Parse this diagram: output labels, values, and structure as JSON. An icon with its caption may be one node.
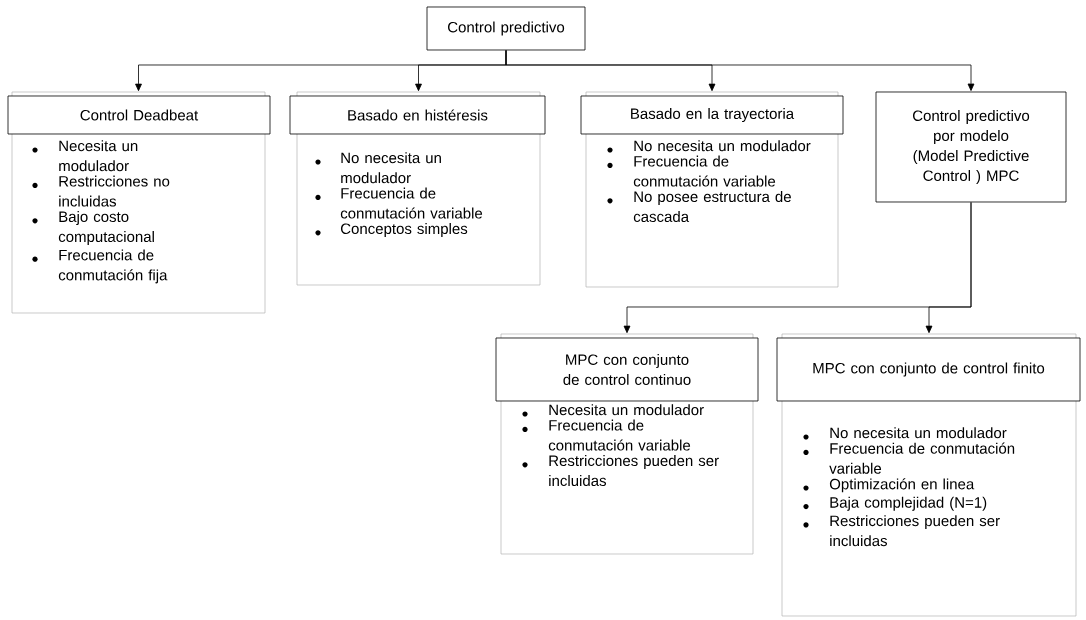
{
  "diagram": {
    "nodes": [
      {
        "text": [
          "Control predictivo"
        ]
      },
      {
        "text": [
          "Control Deadbeat",
          "Necesita un modulador",
          "Restricciones no incluidas",
          "Bajo costo computacional",
          "Frecuencia de conmutación fija"
        ]
      },
      {
        "text": [
          "Basado en histéresis",
          "No necesita un modulador",
          "Frecuencia de conmutación variable",
          "Conceptos simples"
        ]
      },
      {
        "text": [
          "Basado en la trayectoria",
          "No necesita un modulador",
          "Frecuencia de conmutación variable",
          "No posee estructura de cascada"
        ]
      },
      {
        "text": [
          "Control predictivo por modelo (Model Predictive Control ) MPC"
        ]
      },
      {
        "text": [
          "MPC con conjunto de control continuo",
          "Necesita un modulador",
          "Frecuencia de conmutación variable",
          "Restricciones pueden ser incluidas"
        ]
      },
      {
        "text": [
          "MPC con conjunto de control finito",
          "No necesita un modulador",
          "Frecuencia de conmutación variable",
          "Optimización en linea",
          "Baja complejidad (N=1)",
          "Restricciones pueden ser incluidas"
        ]
      }
    ],
    "edges": [
      {
        "from": 0,
        "to": 1,
        "arrow": "to"
      },
      {
        "from": 0,
        "to": 2,
        "arrow": "to"
      },
      {
        "from": 0,
        "to": 3,
        "arrow": "to"
      },
      {
        "from": 0,
        "to": 4,
        "arrow": "to"
      },
      {
        "from": 4,
        "to": 5,
        "arrow": "to"
      },
      {
        "from": 4,
        "to": 6,
        "arrow": "to"
      }
    ]
  }
}
